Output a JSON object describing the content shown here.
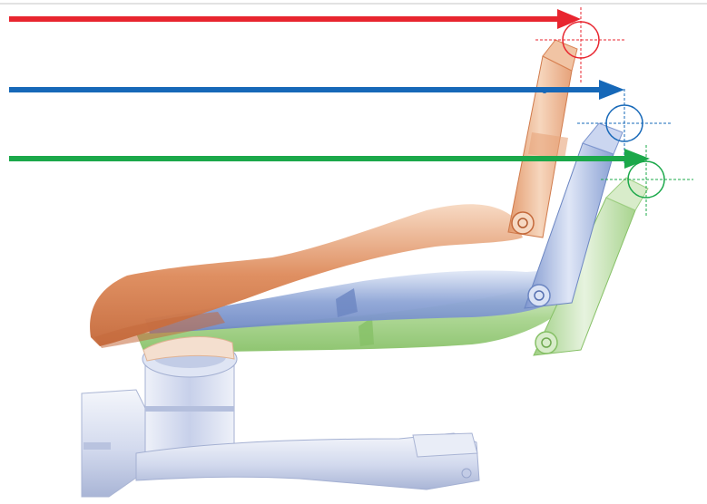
{
  "colors": {
    "background": "#ffffff",
    "frame_line": "#d9d9d9",
    "arrow_red": "#e8252f",
    "arrow_blue": "#1668b8",
    "arrow_green": "#1ba84a",
    "chair_orange": "#d88152",
    "chair_orange_light": "#f3c9a7",
    "chair_blue": "#7f97cf",
    "chair_blue_light": "#d7e0f3",
    "chair_green": "#9fcf84",
    "chair_green_light": "#e3f1da",
    "base": "#c9d1e8",
    "base_light": "#eef1f8",
    "base_dark": "#9aa7cc"
  },
  "diagram": {
    "subject": "dental-chair-positions",
    "positions": [
      {
        "id": "red",
        "color_key": "arrow_red",
        "chair_color_key": "chair_orange"
      },
      {
        "id": "blue",
        "color_key": "arrow_blue",
        "chair_color_key": "chair_blue"
      },
      {
        "id": "green",
        "color_key": "arrow_green",
        "chair_color_key": "chair_green"
      }
    ]
  }
}
